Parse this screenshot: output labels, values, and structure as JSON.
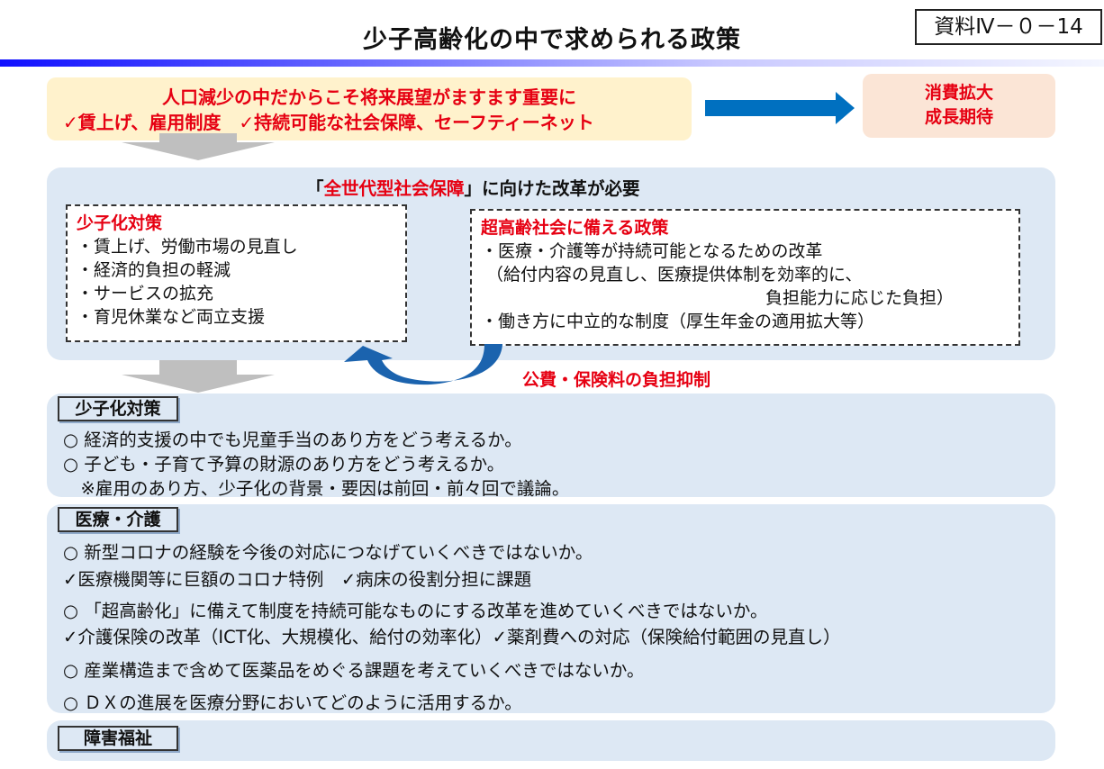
{
  "title": "少子高齢化の中で求められる政策",
  "doc_label": "資料Ⅳ－０－14",
  "top_box": {
    "line1": "人口減少の中だからこそ将来展望がますます重要に",
    "line2": "✓賃上げ、雇用制度　✓持続可能な社会保障、セーフティーネット"
  },
  "result_box": {
    "line1": "消費拡大",
    "line2": "成長期待"
  },
  "reform": {
    "heading_open": "「",
    "heading_red": "全世代型社会保障",
    "heading_rest": "」に向けた改革が必要",
    "left": {
      "title": "少子化対策",
      "items": [
        "・賃上げ、労働市場の見直し",
        "・経済的負担の軽減",
        "・サービスの拡充",
        "・育児休業など両立支援"
      ]
    },
    "right": {
      "title": "超高齢社会に備える政策",
      "items": [
        "・医療・介護等が持続可能となるための改革",
        "（給付内容の見直し、医療提供体制を効率的に、",
        "負担能力に応じた負担）",
        "・働き方に中立的な制度（厚生年金の適用拡大等）"
      ]
    },
    "arrow_label": "公費・保険料の負担抑制"
  },
  "sections": [
    {
      "label": "少子化対策",
      "lines": [
        "○ 経済的支援の中でも児童手当のあり方をどう考えるか。",
        "○ 子ども・子育て予算の財源のあり方をどう考えるか。",
        "　※雇用のあり方、少子化の背景・要因は前回・前々回で議論。"
      ]
    },
    {
      "label": "医療・介護",
      "lines": [
        "○ 新型コロナの経験を今後の対応につなげていくべきではないか。",
        "✓医療機関等に巨額のコロナ特例　✓病床の役割分担に課題",
        "○ 「超高齢化」に備えて制度を持続可能なものにする改革を進めていくべきではないか。",
        "✓介護保険の改革（ICT化、大規模化、給付の効率化）✓薬剤費への対応（保険給付範囲の見直し）",
        "○ 産業構造まで含めて医薬品をめぐる課題を考えていくべきではないか。",
        "○ ＤＸの進展を医療分野においてどのように活用するか。"
      ]
    },
    {
      "label": "障害福祉",
      "lines": []
    }
  ]
}
